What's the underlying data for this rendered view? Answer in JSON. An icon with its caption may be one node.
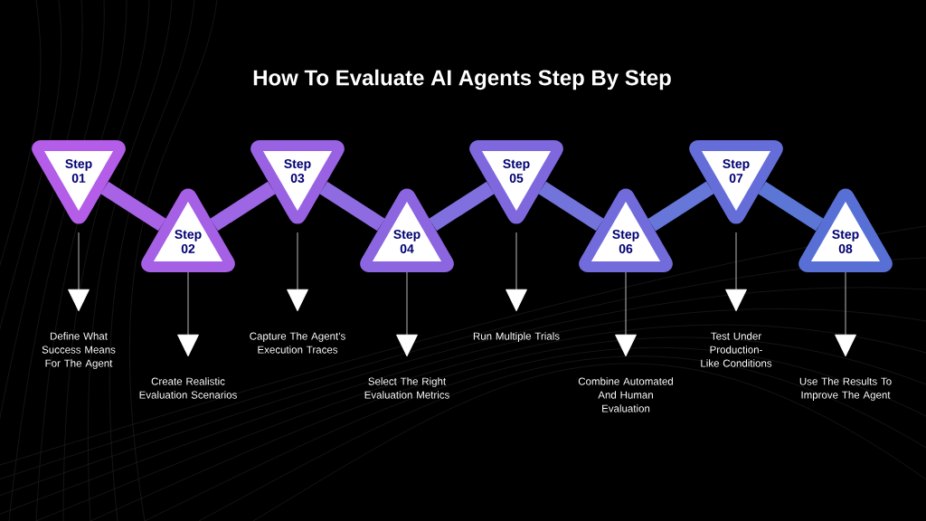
{
  "diagram": {
    "title": "How To Evaluate AI Agents Step By Step",
    "nodes": [
      {
        "text": [
          "Step 01"
        ]
      },
      {
        "text": [
          "Step 02"
        ]
      },
      {
        "text": [
          "Step 03"
        ]
      },
      {
        "text": [
          "Step 04"
        ]
      },
      {
        "text": [
          "Step 05"
        ]
      },
      {
        "text": [
          "Step 06"
        ]
      },
      {
        "text": [
          "Step 07"
        ]
      },
      {
        "text": [
          "Step 08"
        ]
      },
      {
        "text": [
          "Define What Success Means For The Agent"
        ]
      },
      {
        "text": [
          "Create Realistic Evaluation Scenarios"
        ]
      },
      {
        "text": [
          "Capture The Agent’s Execution Traces"
        ]
      },
      {
        "text": [
          "Select The Right Evaluation Metrics"
        ]
      },
      {
        "text": [
          "Run Multiple Trials"
        ]
      },
      {
        "text": [
          "Combine Automated And Human Evaluation"
        ]
      },
      {
        "text": [
          "Test Under Production-Like Conditions"
        ]
      },
      {
        "text": [
          "Use The Results To Improve The Agent"
        ]
      }
    ],
    "edges": [
      {
        "from": 0,
        "to": 1,
        "arrow": "none",
        "style": "thick",
        "color": "#a862e6"
      },
      {
        "from": 1,
        "to": 2,
        "arrow": "none",
        "style": "thick",
        "color": "#9d66e4"
      },
      {
        "from": 2,
        "to": 3,
        "arrow": "none",
        "style": "thick",
        "color": "#8f6be2"
      },
      {
        "from": 3,
        "to": 4,
        "arrow": "none",
        "style": "thick",
        "color": "#8070df"
      },
      {
        "from": 4,
        "to": 5,
        "arrow": "none",
        "style": "thick",
        "color": "#7274dc"
      },
      {
        "from": 5,
        "to": 6,
        "arrow": "none",
        "style": "thick",
        "color": "#6677d9"
      },
      {
        "from": 6,
        "to": 7,
        "arrow": "none",
        "style": "thick",
        "color": "#5c76d6"
      },
      {
        "from": 0,
        "to": 8,
        "arrow": "to"
      },
      {
        "from": 1,
        "to": 9,
        "arrow": "to"
      },
      {
        "from": 2,
        "to": 10,
        "arrow": "to"
      },
      {
        "from": 3,
        "to": 11,
        "arrow": "to"
      },
      {
        "from": 4,
        "to": 12,
        "arrow": "to"
      },
      {
        "from": 5,
        "to": 13,
        "arrow": "to"
      },
      {
        "from": 6,
        "to": 14,
        "arrow": "to"
      },
      {
        "from": 7,
        "to": 15,
        "arrow": "to"
      }
    ]
  }
}
